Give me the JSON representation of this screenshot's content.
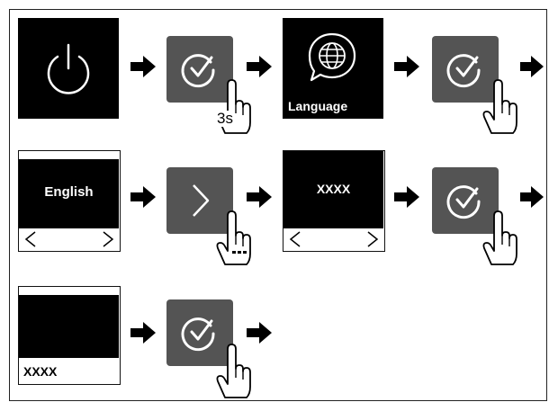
{
  "steps": {
    "row1": {
      "language_label": "Language",
      "hold_time": "3s"
    },
    "row2": {
      "language_value": "English",
      "placeholder_value": "XXXX"
    },
    "row3": {
      "result_value": "XXXX"
    }
  },
  "colors": {
    "screen": "#000000",
    "button": "#545454",
    "icon": "#ffffff",
    "arrow": "#000000"
  },
  "icons": [
    "power-icon",
    "check-icon",
    "globe-icon",
    "chevron-right-icon",
    "chevron-left-icon",
    "hand-pointer-icon",
    "arrow-right-icon"
  ]
}
